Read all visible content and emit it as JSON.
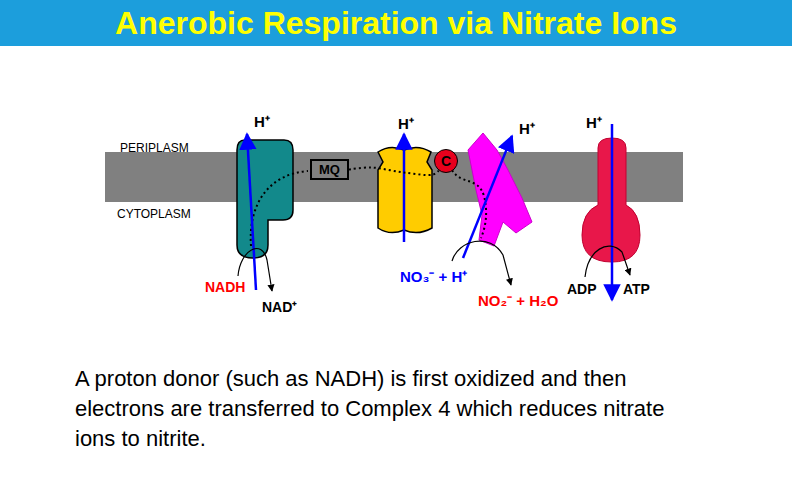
{
  "diagram": {
    "title": "Anerobic Respiration via Nitrate Ions",
    "caption": "A proton donor (such as NADH) is first oxidized and then electrons are transferred to Complex 4 which reduces nitrate ions to nitrite.",
    "nodes": [
      {
        "text": [
          "MQ"
        ]
      },
      {
        "text": [
          "C"
        ]
      }
    ],
    "edges": [
      {
        "from": 0,
        "to": 1,
        "arrow": "none"
      }
    ],
    "labels": [
      "PERIPLASM",
      "CYTOPLASM",
      "H⁺",
      "H⁺",
      "H⁺",
      "H⁺",
      "NADH",
      "NAD⁺",
      "NO₃⁻ + H⁺",
      "NO₂⁻ + H₂O",
      "ADP",
      "ATP"
    ]
  }
}
